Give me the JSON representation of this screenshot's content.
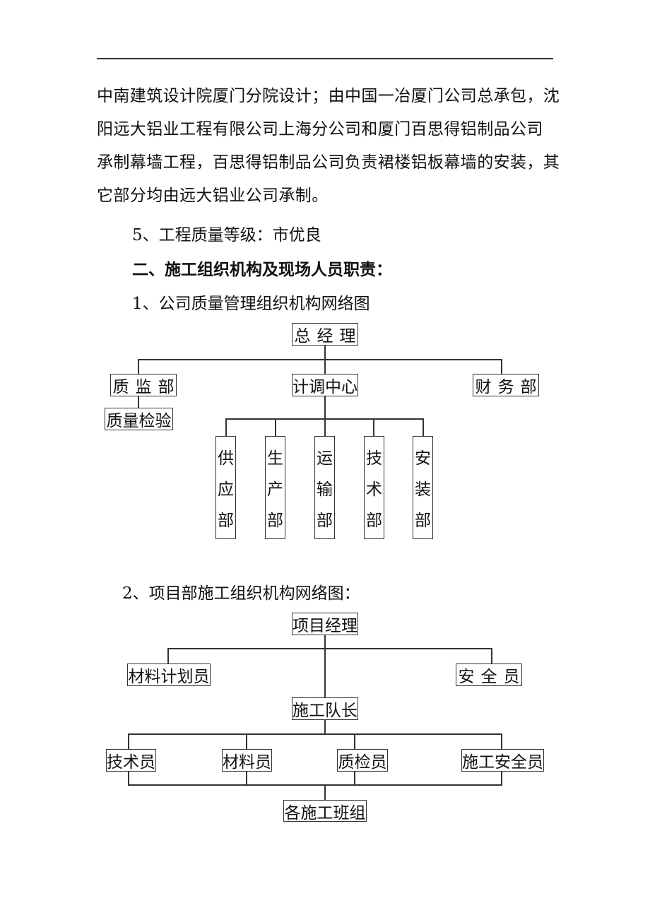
{
  "document": {
    "paragraph_lines": [
      "中南建筑设计院厦门分院设计；由中国一冶厦门公司总承包，沈",
      "阳远大铝业工程有限公司上海分公司和厦门百思得铝制品公司",
      "承制幕墙工程，百思得铝制品公司负责裙楼铝板幕墙的安装，其",
      "它部分均由远大铝业公司承制。"
    ],
    "quality_grade": "5、工程质量等级：市优良",
    "section_heading": "二、施工组织机构及现场人员职责：",
    "chart1_caption": "1、公司质量管理组织机构网络图",
    "chart2_caption": "2、项目部施工组织机构网络图："
  },
  "org_chart_1": {
    "root": "总经理",
    "level2": [
      "质监部",
      "计调中心",
      "财务部"
    ],
    "qc_child": "质量检验",
    "departments": [
      {
        "chars": [
          "供",
          "应",
          "部"
        ]
      },
      {
        "chars": [
          "生",
          "产",
          "部"
        ]
      },
      {
        "chars": [
          "运",
          "输",
          "部"
        ]
      },
      {
        "chars": [
          "技",
          "术",
          "部"
        ]
      },
      {
        "chars": [
          "安",
          "装",
          "部"
        ]
      }
    ]
  },
  "org_chart_2": {
    "root": "项目经理",
    "side": [
      "材料计划员",
      "安全员"
    ],
    "middle": "施工队长",
    "staff": [
      "技术员",
      "材料员",
      "质检员",
      "施工安全员"
    ],
    "bottom": "各施工班组"
  }
}
